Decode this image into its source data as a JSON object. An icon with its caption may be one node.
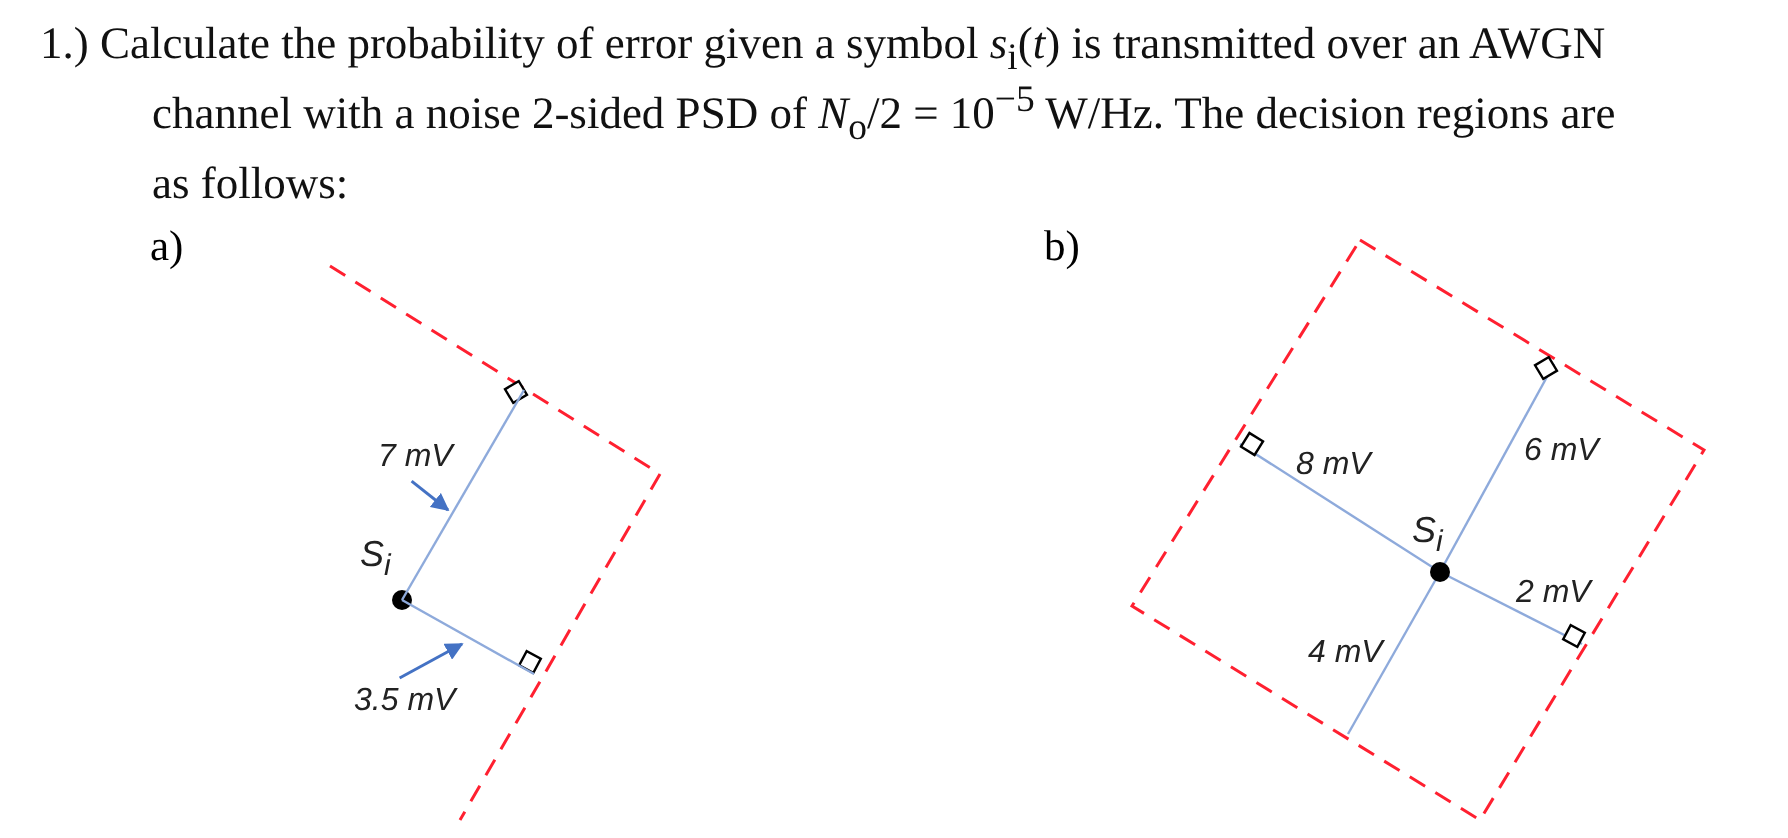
{
  "diagram": {
    "nodes": [
      {
        "text": [
          "S$_{i}$"
        ]
      },
      {
        "text": [
          "7 mV"
        ]
      },
      {
        "text": [
          "3.5 mV"
        ]
      },
      {
        "text": [
          "S$_{i}$"
        ]
      },
      {
        "text": [],
        "shape": "line"
      },
      {
        "text": [],
        "shape": "line"
      }
    ],
    "edges": [
      {
        "from": 1,
        "to": 4,
        "arrow": "to"
      },
      {
        "from": 2,
        "to": 5,
        "arrow": "to"
      }
    ],
    "labels": [
      "1.) Calculate the probability of error given a symbol *s*$_{i}$(*t*) is transmitted over an AWGN channel with a noise 2-sided PSD of *N*$_{o}$/2 = 10$^{−5}$ W/Hz.  The decision regions are as follows:",
      "a)",
      "b)",
      "8 mV",
      "6 mV",
      "4 mV",
      "2 mV"
    ]
  }
}
